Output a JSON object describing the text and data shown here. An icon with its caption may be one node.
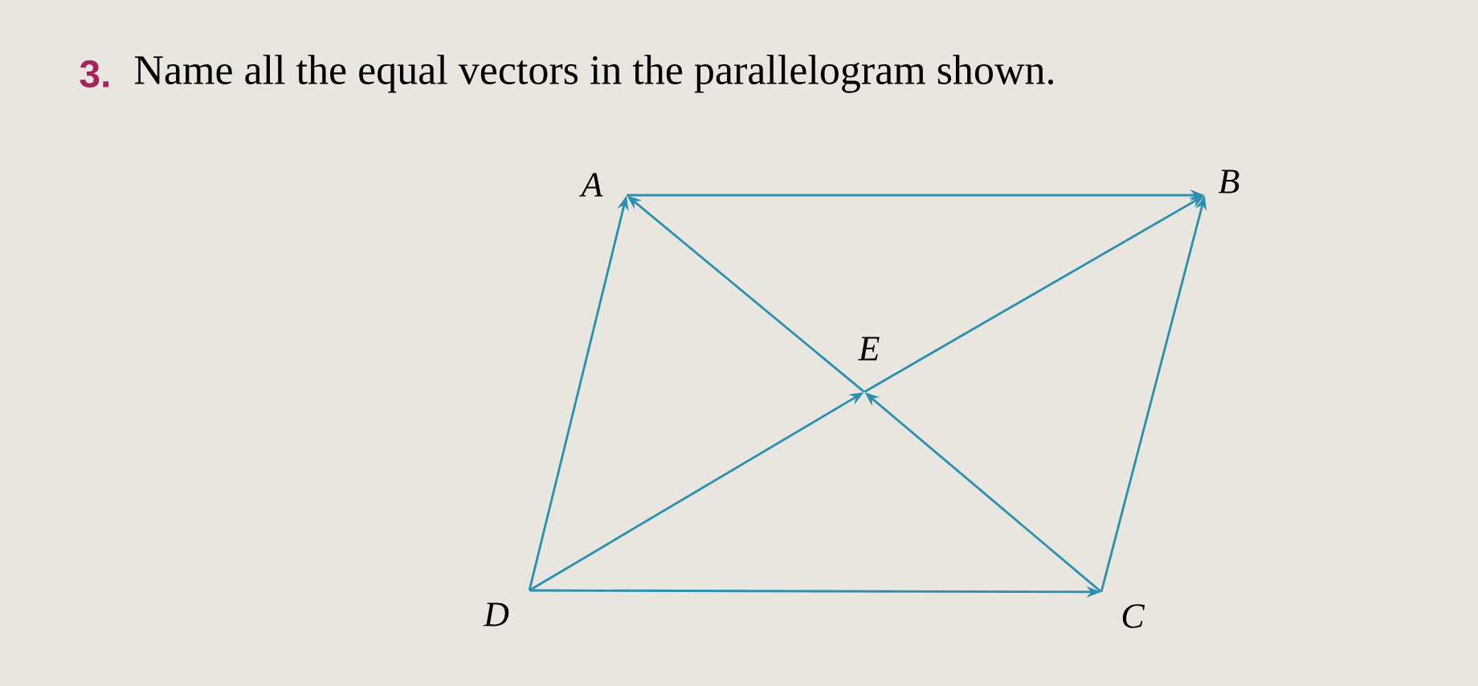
{
  "diagram": {
    "title": "Name all the equal vectors in the parallelogram shown.",
    "labels": [
      "3."
    ],
    "nodes": [
      {
        "text": [
          "A"
        ]
      },
      {
        "text": [
          "B"
        ]
      },
      {
        "text": [
          "E"
        ]
      },
      {
        "text": [
          "D"
        ]
      },
      {
        "text": [
          "C"
        ]
      }
    ],
    "edges": [
      {
        "from": 0,
        "to": 1,
        "arrow": "to"
      },
      {
        "from": 3,
        "to": 0,
        "arrow": "to"
      },
      {
        "from": 4,
        "to": 1,
        "arrow": "to"
      },
      {
        "from": 3,
        "to": 4,
        "arrow": "to"
      },
      {
        "from": 3,
        "to": 2,
        "arrow": "to"
      },
      {
        "from": 2,
        "to": 1,
        "arrow": "to"
      },
      {
        "from": 4,
        "to": 2,
        "arrow": "to"
      },
      {
        "from": 2,
        "to": 0,
        "arrow": "to"
      }
    ]
  }
}
